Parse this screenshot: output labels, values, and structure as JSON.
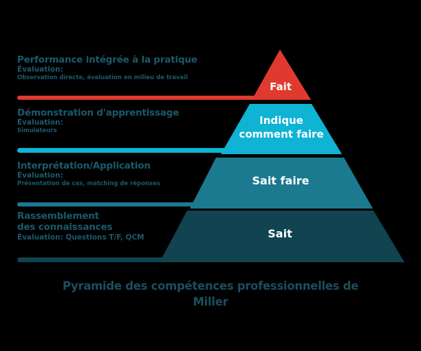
{
  "colors": {
    "background": "#000000",
    "tier_fait": "#e03a2f",
    "tier_indique": "#0fb3d4",
    "tier_sait_faire": "#1c7a90",
    "tier_sait": "#114350",
    "label_text": "#1b5a6b",
    "caption_text": "#1b4e5e"
  },
  "levels": [
    {
      "tier_label": "Fait",
      "title": "Performance intégrée à la pratique",
      "eval_label": "Évaluation:",
      "eval_detail": "Observation directe, évaluation en milieu de travail"
    },
    {
      "tier_label_line1": "Indique",
      "tier_label_line2": "comment faire",
      "title": "Démonstration d'apprentissage",
      "eval_label": "Évaluation:",
      "eval_detail": "Simulateurs"
    },
    {
      "tier_label": "Sait faire",
      "title": "Interprétation/Application",
      "eval_label": "Évaluation:",
      "eval_detail": "Présentation de cas, matching de réponses"
    },
    {
      "tier_label": "Sait",
      "title_line1": "Rassemblement",
      "title_line2": "des connaissances",
      "eval_inline": "Évaluation: Questions T/F, QCM"
    }
  ],
  "caption": {
    "line1": "Pyramide des compétences professionnelles de",
    "line2": "Miller"
  }
}
